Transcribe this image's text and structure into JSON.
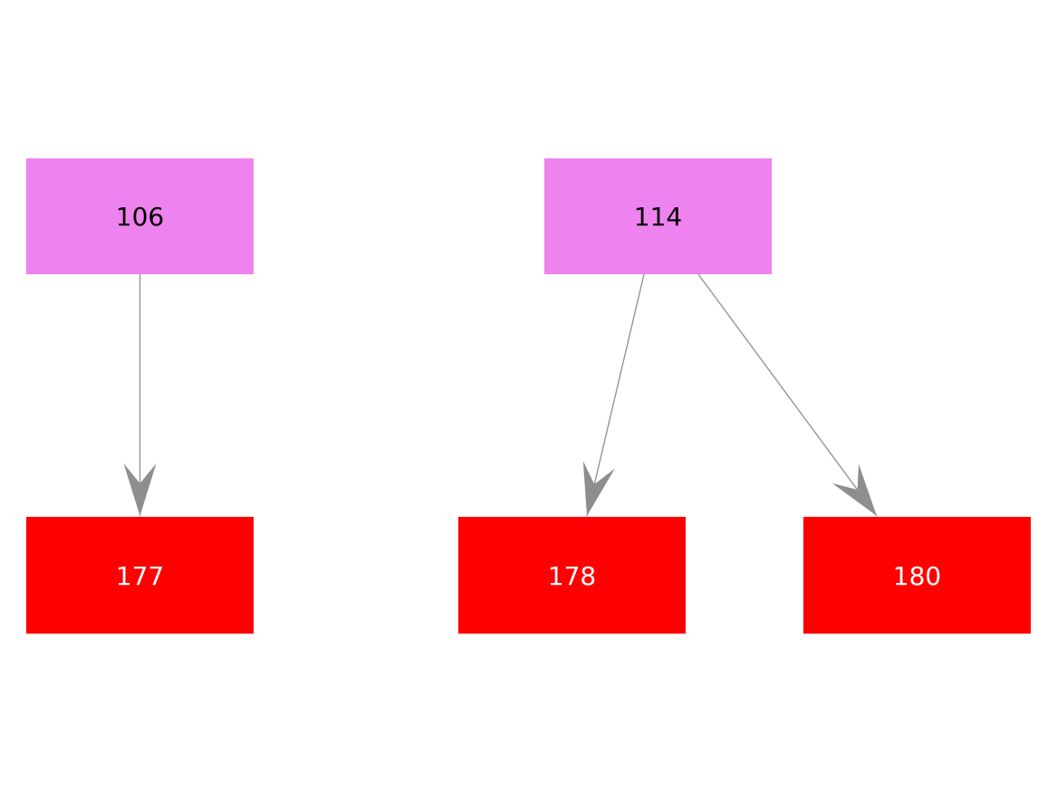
{
  "diagram": {
    "type": "node-link-graph",
    "background": "#ffffff"
  },
  "colors": {
    "edge": "#8e8e8e",
    "parent_fill": "#ee82ee",
    "child_fill": "#ff0000",
    "parent_text": "#000000",
    "child_text": "#ffffff"
  },
  "nodes": [
    {
      "id": "106",
      "label": "106",
      "fill": "#ee82ee",
      "text_color": "#000000",
      "role": "parent"
    },
    {
      "id": "114",
      "label": "114",
      "fill": "#ee82ee",
      "text_color": "#000000",
      "role": "parent"
    },
    {
      "id": "177",
      "label": "177",
      "fill": "#ff0000",
      "text_color": "#ffffff",
      "role": "child"
    },
    {
      "id": "178",
      "label": "178",
      "fill": "#ff0000",
      "text_color": "#ffffff",
      "role": "child"
    },
    {
      "id": "180",
      "label": "180",
      "fill": "#ff0000",
      "text_color": "#ffffff",
      "role": "child"
    }
  ],
  "edges": [
    {
      "from": "106",
      "to": "177"
    },
    {
      "from": "114",
      "to": "178"
    },
    {
      "from": "114",
      "to": "180"
    }
  ]
}
